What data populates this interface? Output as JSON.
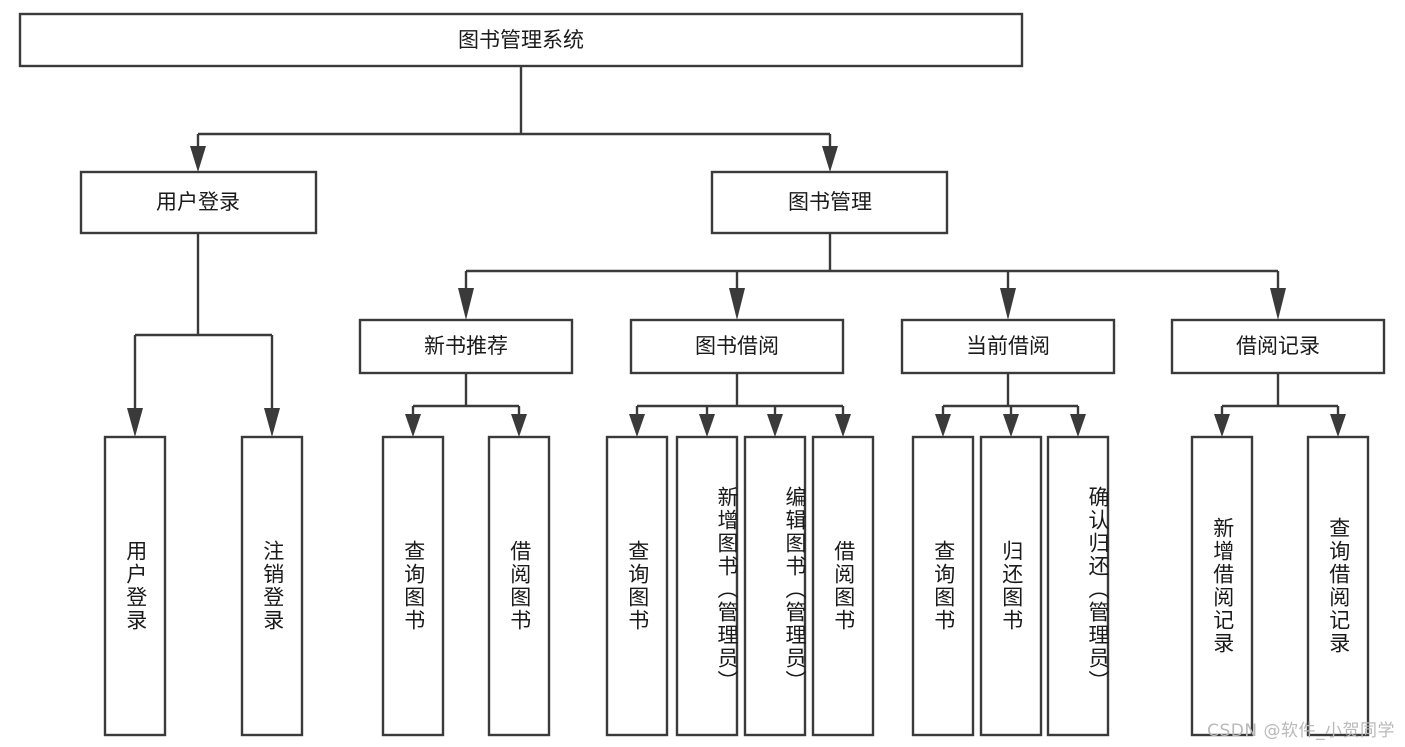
{
  "diagram": {
    "title": "图书管理系统",
    "watermark": "CSDN @软件_小贺同学",
    "type": "tree-hierarchy",
    "accent_color": "#3a3a3a",
    "background_color": "#ffffff",
    "root": {
      "label": "图书管理系统",
      "level": 1
    },
    "level2": [
      {
        "label": "用户登录"
      },
      {
        "label": "图书管理"
      }
    ],
    "level3": [
      {
        "label": "新书推荐",
        "parent": "图书管理"
      },
      {
        "label": "图书借阅",
        "parent": "图书管理"
      },
      {
        "label": "当前借阅",
        "parent": "图书管理"
      },
      {
        "label": "借阅记录",
        "parent": "图书管理"
      }
    ],
    "leaves": {
      "user_login": [
        {
          "label": "用户登录"
        },
        {
          "label": "注销登录"
        }
      ],
      "new_book_recommend": [
        {
          "label": "查询图书"
        },
        {
          "label": "借阅图书"
        }
      ],
      "book_borrow": [
        {
          "label": "查询图书"
        },
        {
          "label": "新增图书（管理员）"
        },
        {
          "label": "编辑图书（管理员）"
        },
        {
          "label": "借阅图书"
        }
      ],
      "current_borrow": [
        {
          "label": "查询图书"
        },
        {
          "label": "归还图书"
        },
        {
          "label": "确认归还（管理员）"
        }
      ],
      "borrow_record": [
        {
          "label": "新增借阅记录"
        },
        {
          "label": "查询借阅记录"
        }
      ]
    }
  }
}
